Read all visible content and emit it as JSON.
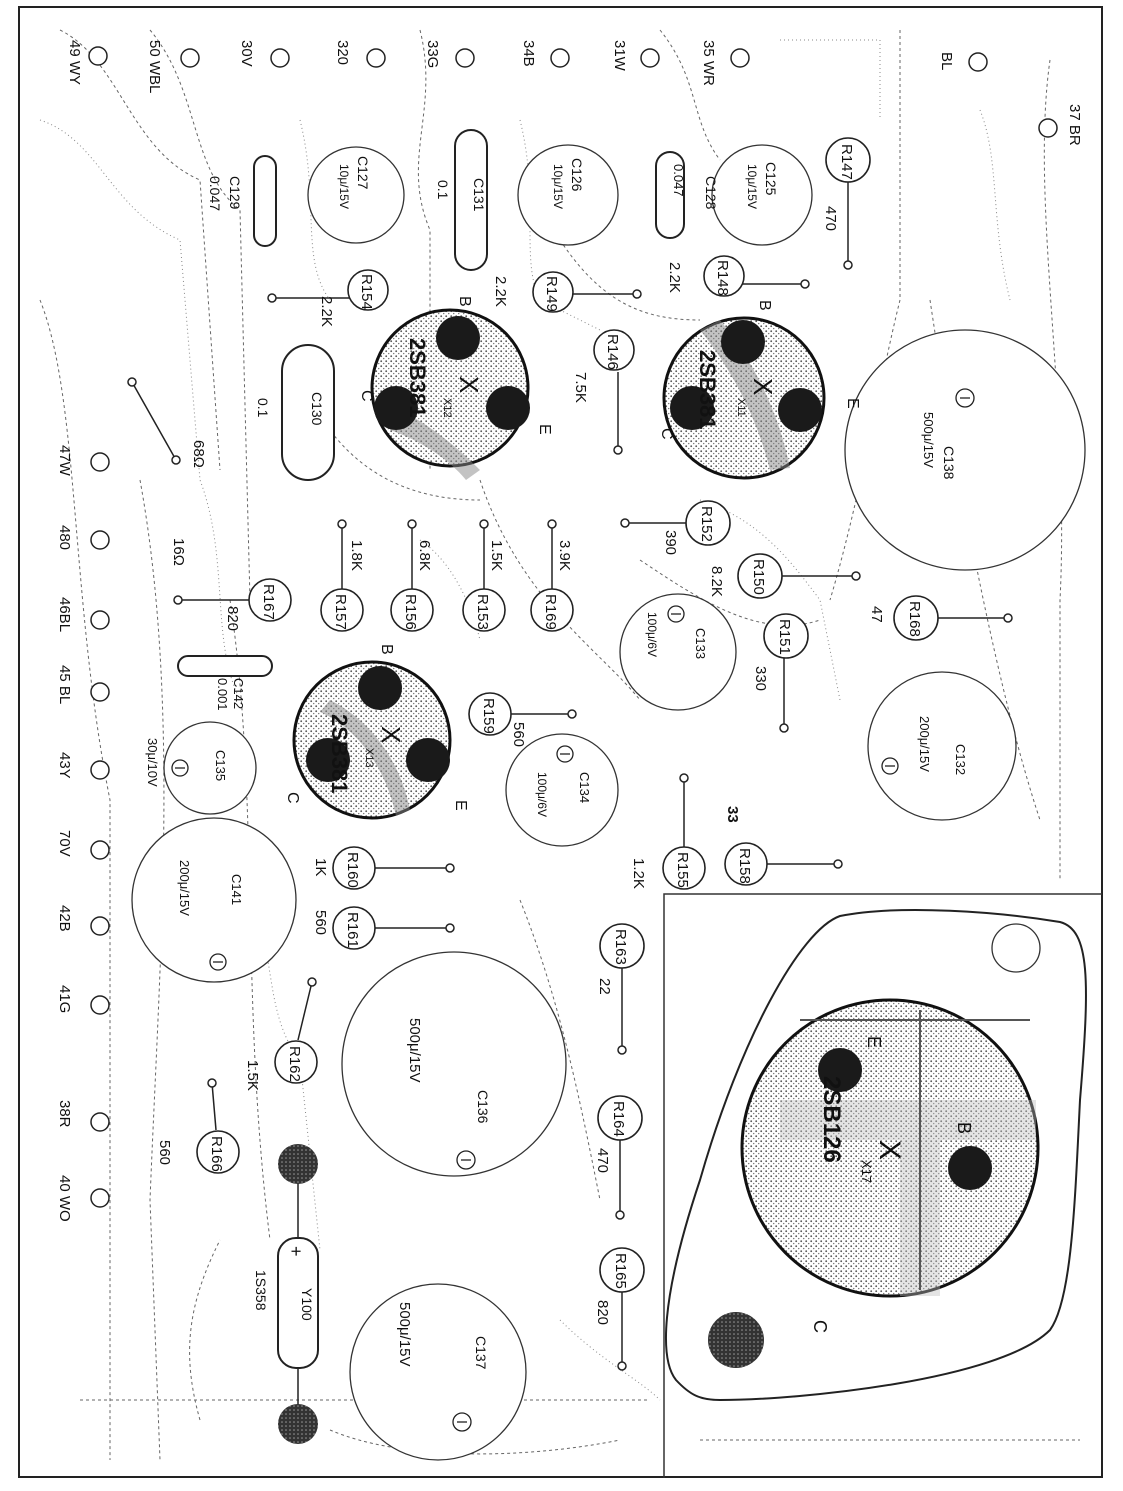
{
  "terminals_top": [
    {
      "id": "t49",
      "label": "49 WY"
    },
    {
      "id": "t50",
      "label": "50 WBL"
    },
    {
      "id": "t30",
      "label": "30V"
    },
    {
      "id": "t32",
      "label": "320"
    },
    {
      "id": "t33",
      "label": "33G"
    },
    {
      "id": "t34",
      "label": "34B"
    },
    {
      "id": "t31",
      "label": "31W"
    },
    {
      "id": "t35",
      "label": "35 WR"
    },
    {
      "id": "tbl",
      "label": "BL"
    },
    {
      "id": "t37",
      "label": "37 BR"
    }
  ],
  "terminals_left": [
    {
      "id": "t47",
      "label": "47W"
    },
    {
      "id": "t48",
      "label": "480"
    },
    {
      "id": "t46",
      "label": "46BL"
    },
    {
      "id": "t45",
      "label": "45 BL"
    },
    {
      "id": "t43",
      "label": "43Y"
    },
    {
      "id": "t70",
      "label": "70V"
    },
    {
      "id": "t42",
      "label": "42B"
    },
    {
      "id": "t41",
      "label": "41G"
    },
    {
      "id": "t38",
      "label": "38R"
    },
    {
      "id": "t40",
      "label": "40 WO"
    }
  ],
  "capacitors": [
    {
      "id": "c129",
      "name": "C129",
      "value": "0.047"
    },
    {
      "id": "c127",
      "name": "C127",
      "value": "10μ/15V"
    },
    {
      "id": "c131",
      "name": "C131",
      "value": "0.1"
    },
    {
      "id": "c126",
      "name": "C126",
      "value": "10μ/15V"
    },
    {
      "id": "c128",
      "name": "C128",
      "value": "0.047"
    },
    {
      "id": "c125",
      "name": "C125",
      "value": "10μ/15V"
    },
    {
      "id": "c130",
      "name": "C130",
      "value": "0.1"
    },
    {
      "id": "c138",
      "name": "C138",
      "value": "500μ/15V"
    },
    {
      "id": "c133",
      "name": "C133",
      "value": "100μ/6V"
    },
    {
      "id": "c142",
      "name": "C142",
      "value": "0.001"
    },
    {
      "id": "c135",
      "name": "C135",
      "value": "30μ/10V"
    },
    {
      "id": "c134",
      "name": "C134",
      "value": "100μ/6V"
    },
    {
      "id": "c132",
      "name": "C132",
      "value": "200μ/15V"
    },
    {
      "id": "c141",
      "name": "C141",
      "value": "200μ/15V"
    },
    {
      "id": "c136",
      "name": "C136",
      "value": "500μ/15V"
    },
    {
      "id": "c137",
      "name": "C137",
      "value": "500μ/15V"
    }
  ],
  "resistors": [
    {
      "id": "r147",
      "name": "R147",
      "value": "470"
    },
    {
      "id": "r154",
      "name": "R154",
      "value": "2.2K"
    },
    {
      "id": "r149",
      "name": "R149",
      "value": "2.2K"
    },
    {
      "id": "r148",
      "name": "R148",
      "value": "2.2K"
    },
    {
      "id": "r146",
      "name": "R146",
      "value": "7.5K"
    },
    {
      "id": "r152",
      "name": "R152",
      "value": "390"
    },
    {
      "id": "r150",
      "name": "R150",
      "value": "8.2K"
    },
    {
      "id": "r168",
      "name": "R168",
      "value": "47"
    },
    {
      "id": "r151",
      "name": "R151",
      "value": "330"
    },
    {
      "id": "r167",
      "name": "R167",
      "value": "820"
    },
    {
      "id": "r157",
      "name": "R157",
      "value": "1.8K"
    },
    {
      "id": "r156",
      "name": "R156",
      "value": "6.8K"
    },
    {
      "id": "r153",
      "name": "R153",
      "value": "1.5K"
    },
    {
      "id": "r169",
      "name": "R169",
      "value": "3.9K"
    },
    {
      "id": "r159",
      "name": "R159",
      "value": "560"
    },
    {
      "id": "r160",
      "name": "R160",
      "value": "1K"
    },
    {
      "id": "r161",
      "name": "R161",
      "value": "560"
    },
    {
      "id": "r155",
      "name": "R155",
      "value": "1.2K"
    },
    {
      "id": "r158",
      "name": "R158",
      "value": "33"
    },
    {
      "id": "r163",
      "name": "R163",
      "value": "22"
    },
    {
      "id": "r162",
      "name": "R162",
      "value": "1.5K"
    },
    {
      "id": "r164",
      "name": "R164",
      "value": "470"
    },
    {
      "id": "r166",
      "name": "R166",
      "value": "560"
    },
    {
      "id": "r165",
      "name": "R165",
      "value": "820"
    }
  ],
  "transistors": [
    {
      "id": "x11",
      "ref": "X11",
      "type": "2SB381"
    },
    {
      "id": "x12",
      "ref": "X12",
      "type": "2SB381"
    },
    {
      "id": "x13",
      "ref": "X13",
      "type": "2SB381"
    },
    {
      "id": "x17",
      "ref": "X17",
      "type": "2SB126"
    }
  ],
  "diode": {
    "ref": "Y100",
    "type": "1S358"
  },
  "misc_labels": {
    "ohm68": "68Ω",
    "ohm16": "16Ω"
  }
}
